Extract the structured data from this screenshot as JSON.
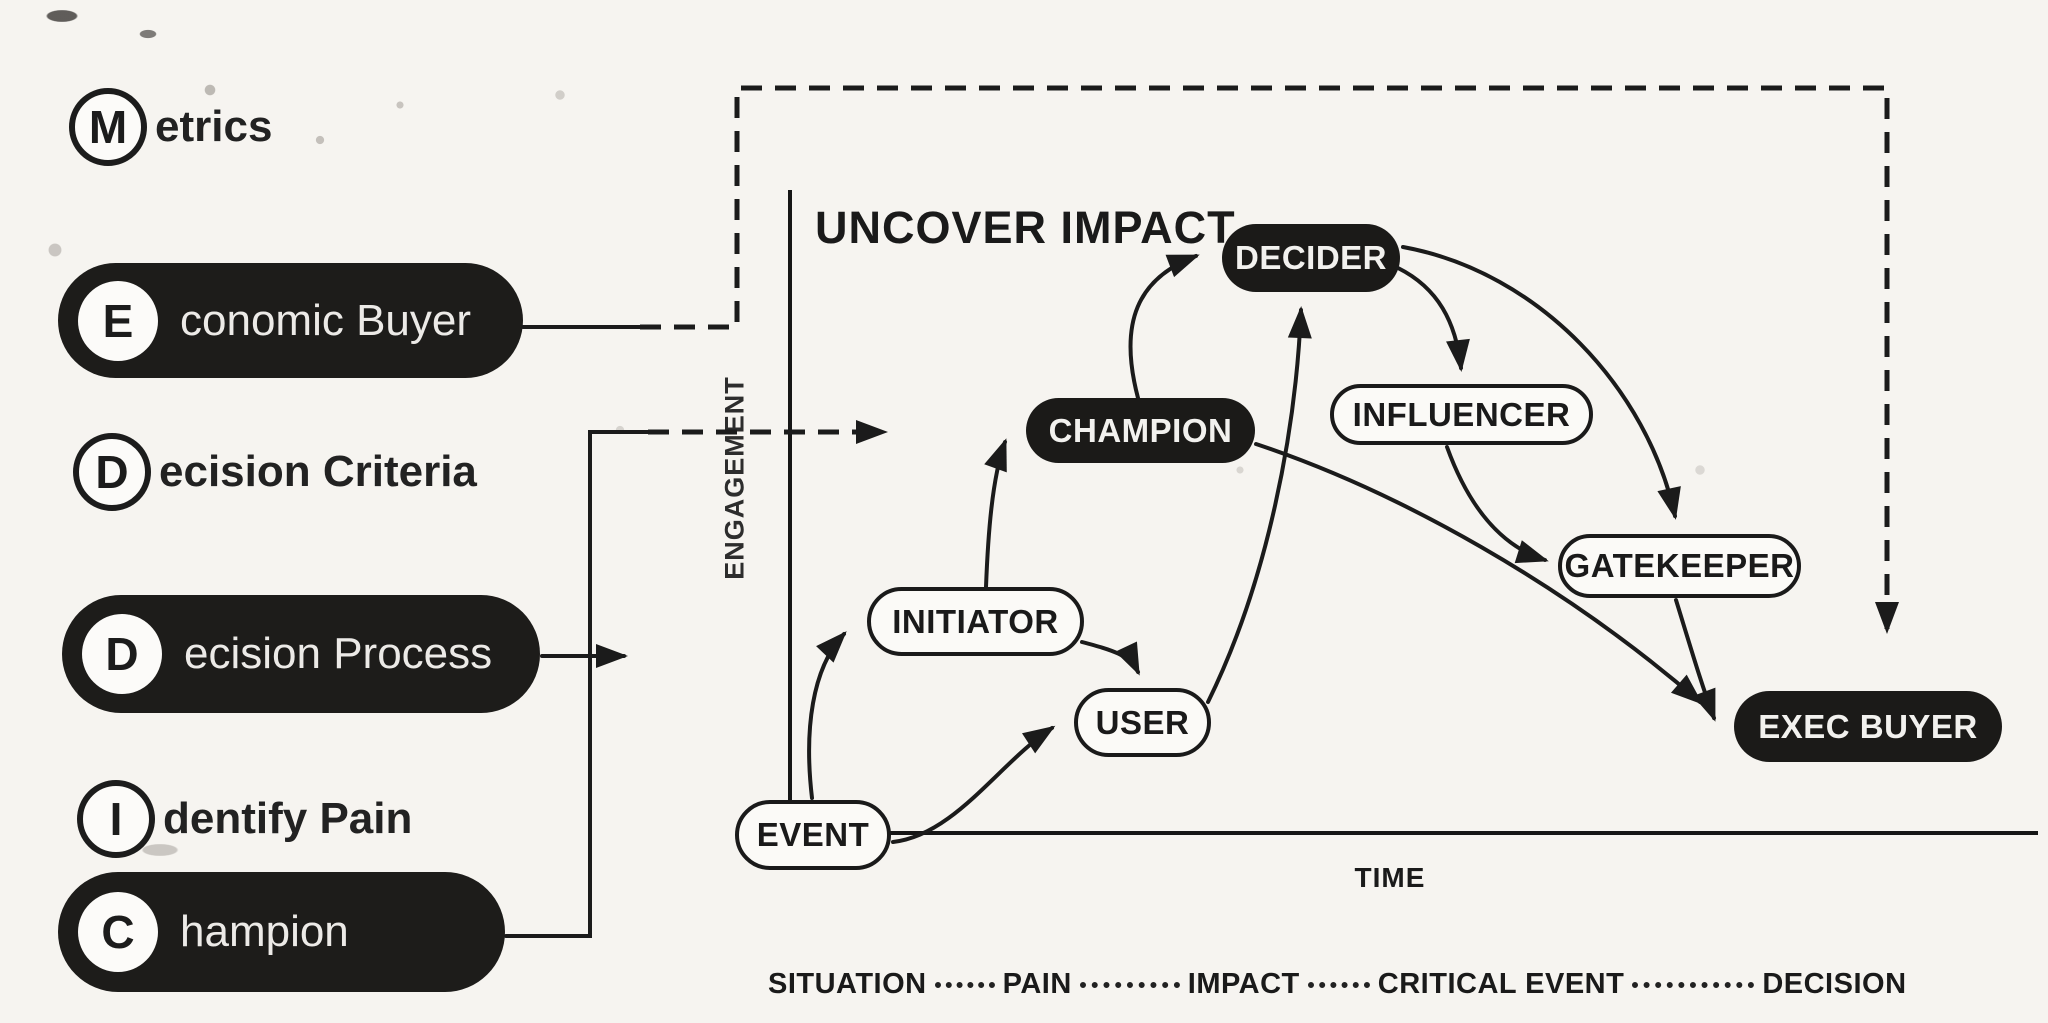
{
  "colors": {
    "background": "#f6f4f0",
    "ink": "#1a1a1a",
    "pill_dark": "#1d1c1a",
    "pill_text_light": "#eceae7"
  },
  "meddic": {
    "items": [
      {
        "letter": "M",
        "label": "etrics",
        "variant": "outline"
      },
      {
        "letter": "E",
        "label": "conomic Buyer",
        "variant": "solid"
      },
      {
        "letter": "D",
        "label": "ecision Criteria",
        "variant": "outline"
      },
      {
        "letter": "D",
        "label": "ecision Process",
        "variant": "solid"
      },
      {
        "letter": "I",
        "label": "dentify Pain",
        "variant": "outline"
      },
      {
        "letter": "C",
        "label": "hampion",
        "variant": "solid"
      }
    ]
  },
  "chart": {
    "title": "UNCOVER IMPACT",
    "y_axis_label": "ENGAGEMENT",
    "x_axis_label": "TIME",
    "phases": [
      "SITUATION",
      "PAIN",
      "IMPACT",
      "CRITICAL EVENT",
      "DECISION"
    ],
    "nodes": [
      {
        "label": "EVENT",
        "variant": "outline"
      },
      {
        "label": "INITIATOR",
        "variant": "outline"
      },
      {
        "label": "USER",
        "variant": "outline"
      },
      {
        "label": "CHAMPION",
        "variant": "solid"
      },
      {
        "label": "DECIDER",
        "variant": "solid"
      },
      {
        "label": "INFLUENCER",
        "variant": "outline"
      },
      {
        "label": "GATEKEEPER",
        "variant": "outline"
      },
      {
        "label": "EXEC BUYER",
        "variant": "solid"
      }
    ],
    "edges": [
      {
        "from": "EVENT",
        "to": "INITIATOR",
        "style": "solid"
      },
      {
        "from": "EVENT",
        "to": "USER",
        "style": "solid"
      },
      {
        "from": "INITIATOR",
        "to": "USER",
        "style": "solid"
      },
      {
        "from": "INITIATOR",
        "to": "CHAMPION",
        "style": "solid"
      },
      {
        "from": "USER",
        "to": "DECIDER",
        "style": "solid"
      },
      {
        "from": "CHAMPION",
        "to": "DECIDER",
        "style": "solid"
      },
      {
        "from": "DECIDER",
        "to": "INFLUENCER",
        "style": "solid"
      },
      {
        "from": "DECIDER",
        "to": "GATEKEEPER",
        "style": "solid"
      },
      {
        "from": "INFLUENCER",
        "to": "GATEKEEPER",
        "style": "solid"
      },
      {
        "from": "GATEKEEPER",
        "to": "EXEC BUYER",
        "style": "solid"
      },
      {
        "from": "CHAMPION",
        "to": "EXEC BUYER",
        "style": "solid"
      },
      {
        "from": "Economic Buyer (list)",
        "to": "EXEC BUYER",
        "style": "dashed"
      },
      {
        "from": "Champion (list)",
        "to": "CHAMPION",
        "style": "dashed"
      },
      {
        "from": "Decision Process (list)",
        "to": "chart",
        "style": "solid-arrow"
      }
    ]
  }
}
